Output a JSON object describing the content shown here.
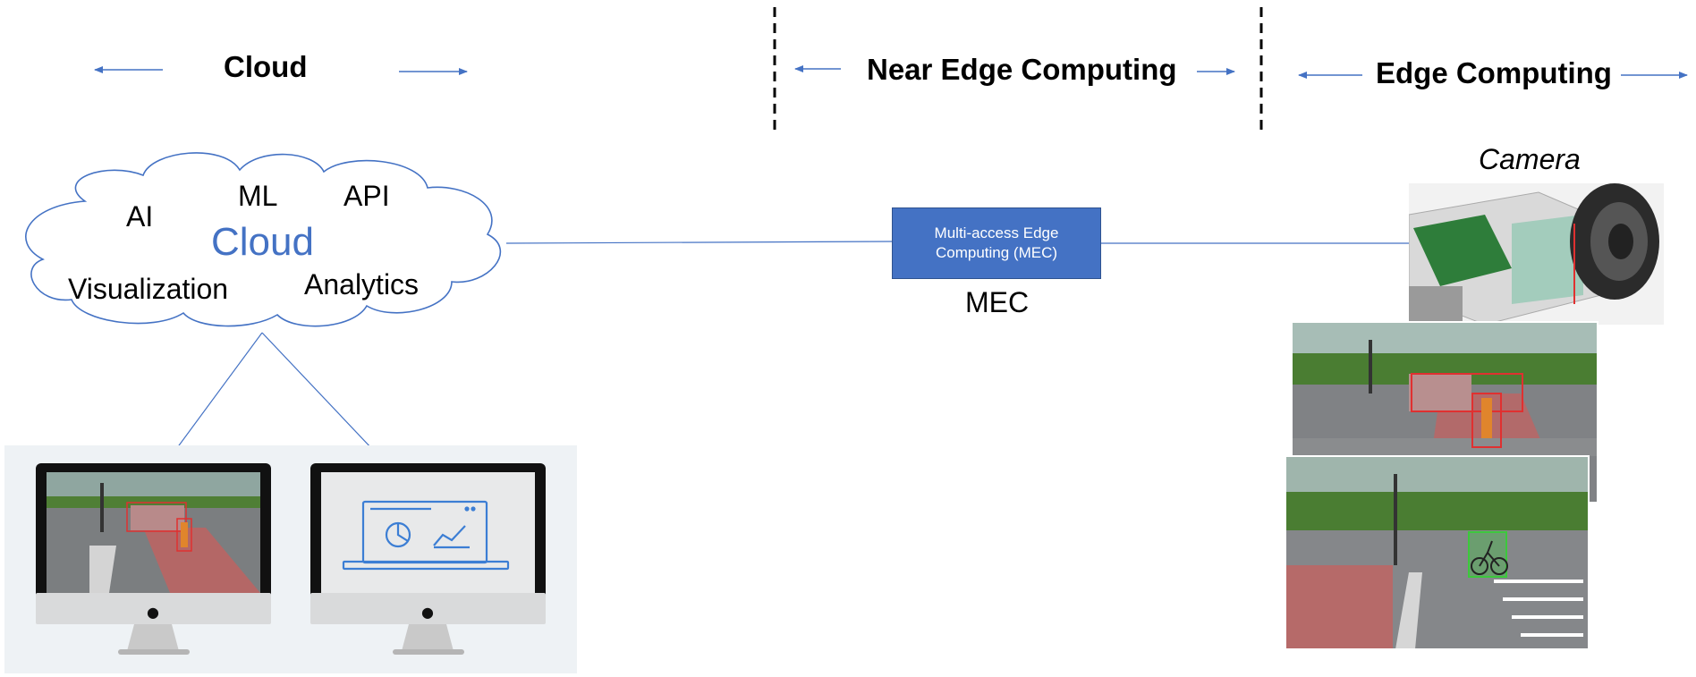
{
  "sections": {
    "cloud": "Cloud",
    "near_edge": "Near Edge Computing",
    "edge": "Edge Computing"
  },
  "cloud": {
    "title": "Cloud",
    "terms": [
      "AI",
      "ML",
      "API",
      "Visualization",
      "Analytics"
    ]
  },
  "mec": {
    "box_line1": "Multi-access Edge",
    "box_line2": "Computing (MEC)",
    "label": "MEC"
  },
  "camera": {
    "label": "Camera"
  },
  "colors": {
    "accent": "#4472c4",
    "line": "#4472c4",
    "detection_red": "#e03030",
    "detection_green": "#3cc83c",
    "divider": "#000000"
  },
  "icons": [
    "arrow-left-icon",
    "arrow-right-icon",
    "cloud-icon",
    "monitor-icon",
    "dashboard-icon",
    "apple-logo-icon",
    "camera-icon",
    "bicycle-icon"
  ]
}
